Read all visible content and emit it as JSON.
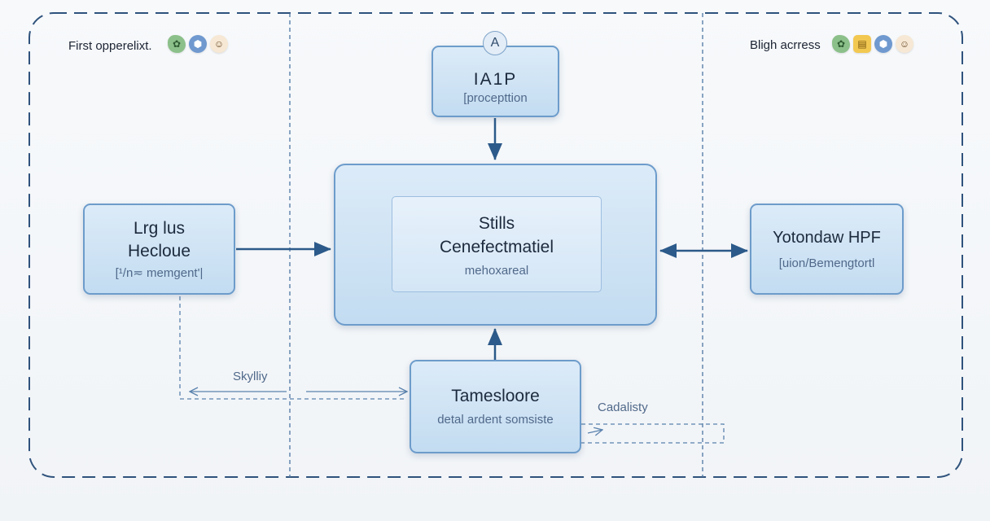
{
  "left_panel": {
    "label": "First opperelixt.",
    "icons": [
      "leaf-icon",
      "shield-icon",
      "face-icon"
    ]
  },
  "right_panel": {
    "label": "Bligh acrress",
    "icons": [
      "leaf-icon",
      "document-icon",
      "shield-icon",
      "face-icon"
    ]
  },
  "nodes": {
    "top": {
      "icon_glyph": "A",
      "title": "IA1P",
      "subtitle": "[procepttion"
    },
    "left": {
      "title": "Lrg lus\nHecloue",
      "subtitle": "[¹/n≂ memgent'|"
    },
    "center": {
      "title": "Stills\nCenefectmatiel",
      "subtitle": "mehoxareal"
    },
    "right": {
      "title": "Yotondaw HPF",
      "subtitle": "[uion/Bemengtortl"
    },
    "bottom": {
      "title": "Tamesloore",
      "subtitle": "detal ardent somsiste"
    }
  },
  "edge_labels": {
    "left_bottom": "Skylliy",
    "bottom_right": "Cadalisty"
  },
  "colors": {
    "frame_border": "#2f527c",
    "box_fill": "#c9e0f3",
    "box_border": "#6d9ccb",
    "arrow": "#2c5a8a"
  }
}
